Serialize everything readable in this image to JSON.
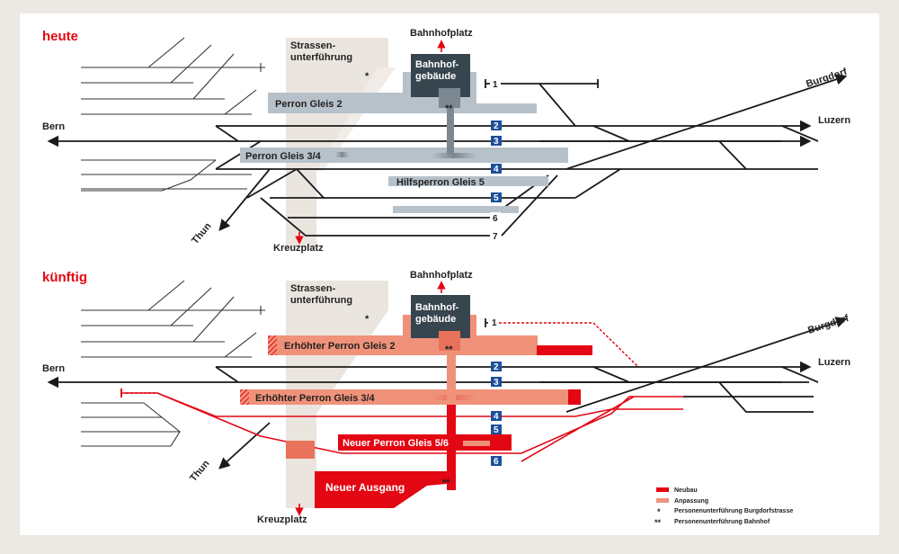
{
  "colors": {
    "neubau": "#e30613",
    "anpassung": "#f0927a",
    "perron": "#b7c1c9",
    "building": "#37454f",
    "track_label_bg": "#1d4f9a",
    "underpass": "#ebe5df"
  },
  "heute": {
    "title": "heute",
    "bahnhofplatz": "Bahnhofplatz",
    "building": [
      "Bahnhof-",
      "gebäude"
    ],
    "underpass": [
      "Strassen-",
      "unterführung"
    ],
    "perron2": "Perron Gleis 2",
    "perron34": "Perron Gleis 3/4",
    "hilfsperron": "Hilfsperron Gleis 5",
    "kreuzplatz": "Kreuzplatz",
    "bern": "Bern",
    "luzern": "Luzern",
    "burgdorf": "Burgdorf",
    "thun": "Thun",
    "tracks": [
      "1",
      "2",
      "3",
      "4",
      "5",
      "6",
      "7"
    ],
    "star1": "*",
    "star2": "**"
  },
  "kuenftig": {
    "title": "künftig",
    "bahnhofplatz": "Bahnhofplatz",
    "building": [
      "Bahnhof-",
      "gebäude"
    ],
    "underpass": [
      "Strassen-",
      "unterführung"
    ],
    "perron2": "Erhöhter Perron Gleis 2",
    "perron34": "Erhöhter Perron Gleis 3/4",
    "perron56": "Neuer Perron Gleis 5/6",
    "ausgang": "Neuer Ausgang",
    "kreuzplatz": "Kreuzplatz",
    "bern": "Bern",
    "luzern": "Luzern",
    "burgdorf": "Burgdorf",
    "thun": "Thun",
    "tracks": [
      "1",
      "2",
      "3",
      "4",
      "5",
      "6"
    ],
    "star1": "*",
    "star2": "**"
  },
  "legend": [
    {
      "label": "Neubau",
      "symbol": "swatch-red"
    },
    {
      "label": "Anpassung",
      "symbol": "swatch-salmon"
    },
    {
      "label": "Personenunterführung Burgdorfstrasse",
      "symbol": "*"
    },
    {
      "label": "Personenunterführung Bahnhof",
      "symbol": "**"
    }
  ]
}
